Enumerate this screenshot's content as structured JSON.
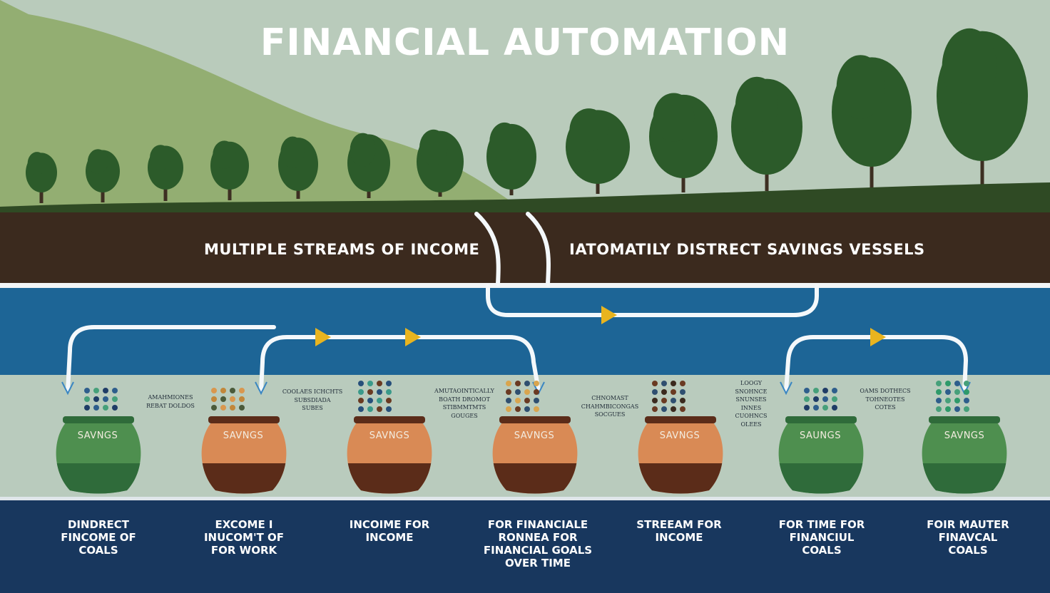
{
  "title": "FINANCIAL AUTOMATION",
  "band_labels": {
    "left": "MULTIPLE  STREAMS OF INCOME",
    "right": "IATOMATILY DISTRECT SAVINGS VESSELS"
  },
  "pots": [
    {
      "label": "SAVNGS",
      "type": "green",
      "caption": "DINDRECT\nFINCOME OF\nCOALS"
    },
    {
      "label": "SAVNGS",
      "type": "orange",
      "caption": "EXCOME I\nINUCOM'T OF\nFOR WORK"
    },
    {
      "label": "SAVNGS",
      "type": "orange",
      "caption": "INCOIME FOR\nINCOME"
    },
    {
      "label": "SAVNGS",
      "type": "orange",
      "caption": "FOR FINANCIALE\nRONNEA FOR\nFINANCIAL GOALS\nOVER TIME"
    },
    {
      "label": "SAVNGS",
      "type": "orange",
      "caption": "STREEAM FOR\nINCOME"
    },
    {
      "label": "SAUNGS",
      "type": "green",
      "caption": "FOR TIME FOR\nFINANCIUL\nCOALS"
    },
    {
      "label": "SAVNGS",
      "type": "green",
      "caption": "FOIR MAUTER\nFINAVCAL\nCOALS"
    }
  ],
  "notes": [
    "AMAHMIONES\nREBAT DOLDOS",
    "COOLAES ICHCHTS\nSUBSDIADA\nSUBES",
    "AMUTAOINTICALLY\nBOATH DROMOT\nSTIBMMTMTS\nGOUGES",
    "CHNOMAST\nCHAHMBICONGAS\nSOCGUES",
    "LOOGY\nSNOHNCE\nSNUNSES\nINNES\nCUOHNCS\nOLEES",
    "OAMS DOTHECS\nTOHNEOTES\nCOTES"
  ],
  "colors": {
    "sky": "#b9cbbb",
    "hill": "#93ae72",
    "soil": "#3b2a1e",
    "river": "#1d6596",
    "shelf": "#b9cbbd",
    "footer": "#18375e",
    "pot_green": "#4e8f4f",
    "pot_green_dark": "#2f6b3a",
    "pot_orange": "#d98a55",
    "pot_brown": "#5b2c19",
    "arrow_head": "#e8b41f",
    "arrow_line": "#f4f8fb",
    "tree": "#2c5b2a",
    "trunk": "#3d2f22",
    "title_text": "#ffffff",
    "band_text": "#ffffff",
    "pot_text": "#f3ece0",
    "caption_text": "#ffffff",
    "note_text": "#1e2a36"
  }
}
